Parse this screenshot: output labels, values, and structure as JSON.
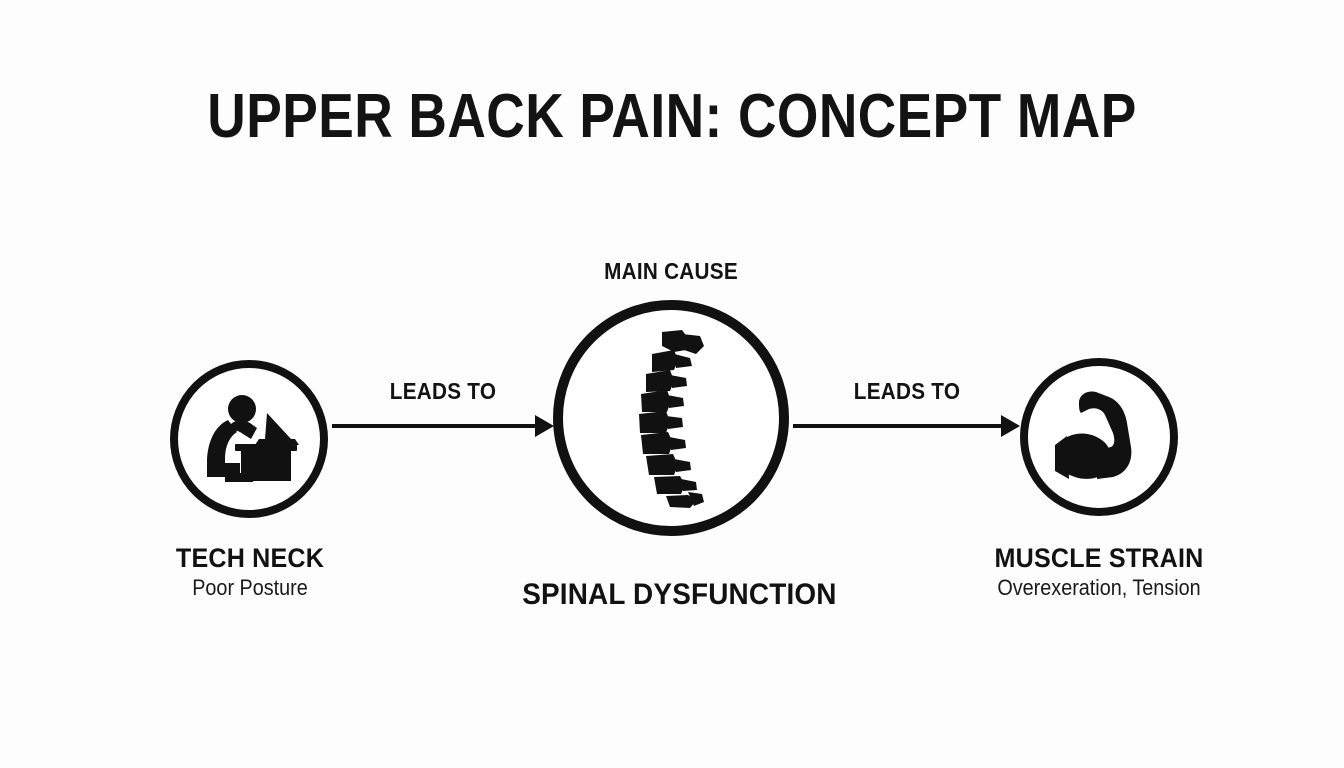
{
  "diagram": {
    "title": "UPPER BACK PAIN: CONCEPT MAP",
    "background_color": "#fdfdfe",
    "ink_color": "#111111",
    "nodes": [
      {
        "id": "tech-neck",
        "title": "TECH NECK",
        "subtitle": "Poor Posture",
        "icon": "person-hunched-at-laptop-icon",
        "caption": "",
        "role": "cause"
      },
      {
        "id": "spinal-dysfunction",
        "title": "SPINAL DYSFUNCTION",
        "subtitle": "",
        "icon": "curved-spine-icon",
        "caption": "MAIN CAUSE",
        "role": "main"
      },
      {
        "id": "muscle-strain",
        "title": "MUSCLE STRAIN",
        "subtitle": "Overexeration, Tension",
        "icon": "flexed-bicep-icon",
        "caption": "",
        "role": "effect"
      }
    ],
    "connectors": [
      {
        "id": "edge-1",
        "label": "LEADS TO",
        "from": "tech-neck",
        "to": "spinal-dysfunction"
      },
      {
        "id": "edge-2",
        "label": "LEADS TO",
        "from": "spinal-dysfunction",
        "to": "muscle-strain"
      }
    ]
  }
}
